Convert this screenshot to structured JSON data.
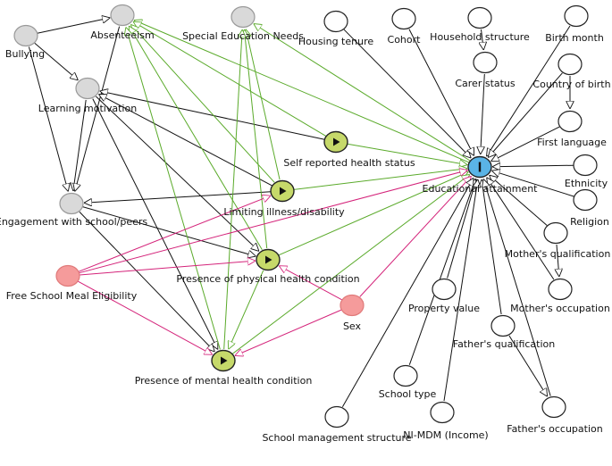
{
  "colors": {
    "causal": "#111111",
    "green": "#5aaa2a",
    "pink": "#d4237a",
    "ancestorNode": "#d9d9d9",
    "adjustedNode": "#f59b9b",
    "exposureNode": "#c6d96a",
    "outcomeNode": "#5ab4e6"
  },
  "nodes": [
    {
      "id": "absenteeism",
      "label": "Absenteeism",
      "kind": "grey"
    },
    {
      "id": "bullying",
      "label": "Bullying",
      "kind": "grey"
    },
    {
      "id": "sen",
      "label": "Special Education Needs",
      "kind": "grey"
    },
    {
      "id": "learning",
      "label": "Learning motivation",
      "kind": "grey"
    },
    {
      "id": "engagement",
      "label": "Engagement with school/peers",
      "kind": "grey"
    },
    {
      "id": "fsm",
      "label": "Free School Meal Eligibility",
      "kind": "pink"
    },
    {
      "id": "sex",
      "label": "Sex",
      "kind": "pink"
    },
    {
      "id": "selfhealth",
      "label": "Self reported health status",
      "kind": "green"
    },
    {
      "id": "limiting",
      "label": "Limiting illness/disability",
      "kind": "green"
    },
    {
      "id": "physical",
      "label": "Presence of physical health condition",
      "kind": "green"
    },
    {
      "id": "mental",
      "label": "Presence of mental health condition",
      "kind": "green"
    },
    {
      "id": "outcome",
      "label": "Educational attainment",
      "kind": "blue"
    },
    {
      "id": "housing",
      "label": "Housing tenure",
      "kind": "white"
    },
    {
      "id": "cohort",
      "label": "Cohort",
      "kind": "white"
    },
    {
      "id": "household",
      "label": "Household structure",
      "kind": "white"
    },
    {
      "id": "carer",
      "label": "Carer status",
      "kind": "white"
    },
    {
      "id": "birthmonth",
      "label": "Birth month",
      "kind": "white"
    },
    {
      "id": "country",
      "label": "Country of birth",
      "kind": "white"
    },
    {
      "id": "firstlang",
      "label": "First language",
      "kind": "white"
    },
    {
      "id": "ethnicity",
      "label": "Ethnicity",
      "kind": "white"
    },
    {
      "id": "religion",
      "label": "Religion",
      "kind": "white"
    },
    {
      "id": "motherqual",
      "label": "Mother's qualification",
      "kind": "white"
    },
    {
      "id": "motherocc",
      "label": "Mother's occupation",
      "kind": "white"
    },
    {
      "id": "property",
      "label": "Property value",
      "kind": "white"
    },
    {
      "id": "fatherqual",
      "label": "Father's qualification",
      "kind": "white"
    },
    {
      "id": "schooltype",
      "label": "School type",
      "kind": "white"
    },
    {
      "id": "fatherocc",
      "label": "Father's occupation",
      "kind": "white"
    },
    {
      "id": "nimdm",
      "label": "NI-MDM (Income)",
      "kind": "white"
    },
    {
      "id": "schoolmgmt",
      "label": "School management structure",
      "kind": "white"
    }
  ],
  "edges": [
    {
      "from": "bullying",
      "to": "absenteeism",
      "color": "causal"
    },
    {
      "from": "bullying",
      "to": "learning",
      "color": "causal"
    },
    {
      "from": "bullying",
      "to": "engagement",
      "color": "causal"
    },
    {
      "from": "learning",
      "to": "engagement",
      "color": "causal"
    },
    {
      "from": "absenteeism",
      "to": "engagement",
      "color": "causal"
    },
    {
      "from": "selfhealth",
      "to": "learning",
      "color": "causal"
    },
    {
      "from": "limiting",
      "to": "learning",
      "color": "causal"
    },
    {
      "from": "limiting",
      "to": "engagement",
      "color": "causal"
    },
    {
      "from": "engagement",
      "to": "physical",
      "color": "causal"
    },
    {
      "from": "learning",
      "to": "physical",
      "color": "causal"
    },
    {
      "from": "learning",
      "to": "mental",
      "color": "causal"
    },
    {
      "from": "engagement",
      "to": "mental",
      "color": "causal"
    },
    {
      "from": "outcome",
      "to": "absenteeism",
      "color": "green"
    },
    {
      "from": "outcome",
      "to": "sen",
      "color": "green"
    },
    {
      "from": "selfhealth",
      "to": "absenteeism",
      "color": "green"
    },
    {
      "from": "limiting",
      "to": "absenteeism",
      "color": "green"
    },
    {
      "from": "physical",
      "to": "absenteeism",
      "color": "green"
    },
    {
      "from": "mental",
      "to": "absenteeism",
      "color": "green"
    },
    {
      "from": "limiting",
      "to": "sen",
      "color": "green"
    },
    {
      "from": "physical",
      "to": "sen",
      "color": "green"
    },
    {
      "from": "mental",
      "to": "sen",
      "color": "green"
    },
    {
      "from": "selfhealth",
      "to": "outcome",
      "color": "green"
    },
    {
      "from": "limiting",
      "to": "outcome",
      "color": "green"
    },
    {
      "from": "physical",
      "to": "outcome",
      "color": "green"
    },
    {
      "from": "mental",
      "to": "outcome",
      "color": "green"
    },
    {
      "from": "physical",
      "to": "mental",
      "color": "green"
    },
    {
      "from": "fsm",
      "to": "limiting",
      "color": "pink"
    },
    {
      "from": "fsm",
      "to": "physical",
      "color": "pink"
    },
    {
      "from": "fsm",
      "to": "mental",
      "color": "pink"
    },
    {
      "from": "sex",
      "to": "physical",
      "color": "pink"
    },
    {
      "from": "sex",
      "to": "mental",
      "color": "pink"
    },
    {
      "from": "sex",
      "to": "outcome",
      "color": "pink"
    },
    {
      "from": "fsm",
      "to": "outcome",
      "color": "pink"
    },
    {
      "from": "housing",
      "to": "outcome",
      "color": "causal"
    },
    {
      "from": "cohort",
      "to": "outcome",
      "color": "causal"
    },
    {
      "from": "household",
      "to": "carer",
      "color": "causal"
    },
    {
      "from": "carer",
      "to": "outcome",
      "color": "causal"
    },
    {
      "from": "birthmonth",
      "to": "outcome",
      "color": "causal"
    },
    {
      "from": "country",
      "to": "firstlang",
      "color": "causal"
    },
    {
      "from": "country",
      "to": "outcome",
      "color": "causal"
    },
    {
      "from": "firstlang",
      "to": "outcome",
      "color": "causal"
    },
    {
      "from": "ethnicity",
      "to": "outcome",
      "color": "causal"
    },
    {
      "from": "religion",
      "to": "outcome",
      "color": "causal"
    },
    {
      "from": "motherqual",
      "to": "motherocc",
      "color": "causal"
    },
    {
      "from": "motherqual",
      "to": "outcome",
      "color": "causal"
    },
    {
      "from": "motherocc",
      "to": "outcome",
      "color": "causal"
    },
    {
      "from": "property",
      "to": "outcome",
      "color": "causal"
    },
    {
      "from": "fatherqual",
      "to": "fatherocc",
      "color": "causal"
    },
    {
      "from": "fatherqual",
      "to": "outcome",
      "color": "causal"
    },
    {
      "from": "fatherocc",
      "to": "outcome",
      "color": "causal"
    },
    {
      "from": "schooltype",
      "to": "outcome",
      "color": "causal"
    },
    {
      "from": "nimdm",
      "to": "outcome",
      "color": "causal"
    },
    {
      "from": "schoolmgmt",
      "to": "outcome",
      "color": "causal"
    }
  ]
}
